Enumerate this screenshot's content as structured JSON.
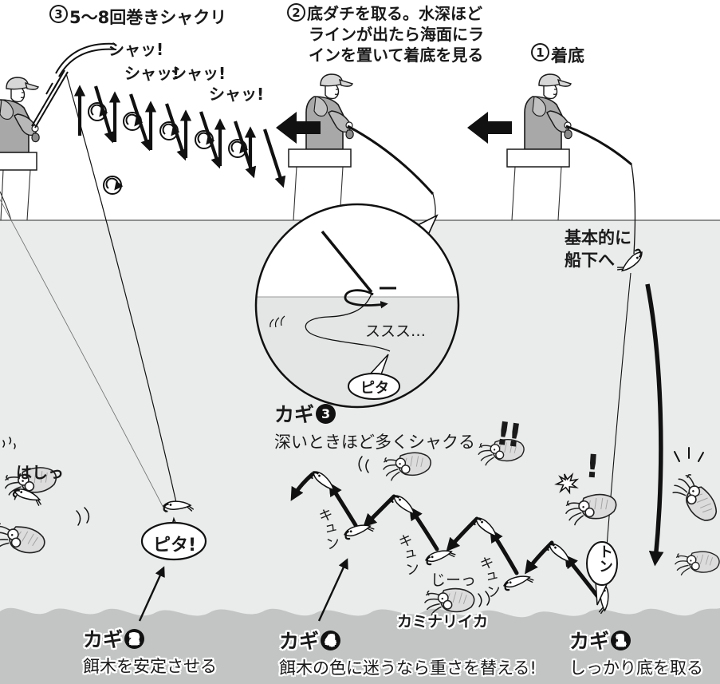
{
  "colors": {
    "water": "#eaeceb",
    "seafloor": "#c3c5c5",
    "ink": "#1a1a1a"
  },
  "steps": {
    "s1": {
      "num": "1",
      "text": "着底"
    },
    "s2": {
      "num": "2",
      "line1": "底ダチを取る。水深ほど",
      "line2": "ラインが出たら海面にラ",
      "line3": "インを置いて着底を見る"
    },
    "s3": {
      "num": "3",
      "text": "5〜8回巻きシャクリ"
    }
  },
  "keys": {
    "k1": {
      "word": "カギ",
      "num": "1",
      "desc": "しっかり底を取る"
    },
    "k2": {
      "word": "カギ",
      "num": "2",
      "desc": "餌木を安定させる"
    },
    "k3": {
      "word": "カギ",
      "num": "3",
      "desc": "深いときほど多くシャクる"
    },
    "k4": {
      "word": "カギ",
      "num": "4",
      "desc": "餌木の色に迷うなら重さを替える!"
    }
  },
  "sounds": {
    "sha1": "シャッ!",
    "sha2": "シャッ!",
    "sha3": "シャッ!",
    "sha4": "シャッ!",
    "susu": "ススス…",
    "pita_inset": "ピタ",
    "pita_left": "ピタ!",
    "hashi": "はしっ",
    "jii": "じーっ",
    "ton": "トン",
    "kyun1": "キュン",
    "kyun2": "キュン",
    "kyun3": "キュン",
    "bang_double": "!!",
    "bang_single": "!"
  },
  "notes": {
    "boat_line1": "基本的に",
    "boat_line2": "船下へ",
    "species": "カミナリイカ"
  }
}
